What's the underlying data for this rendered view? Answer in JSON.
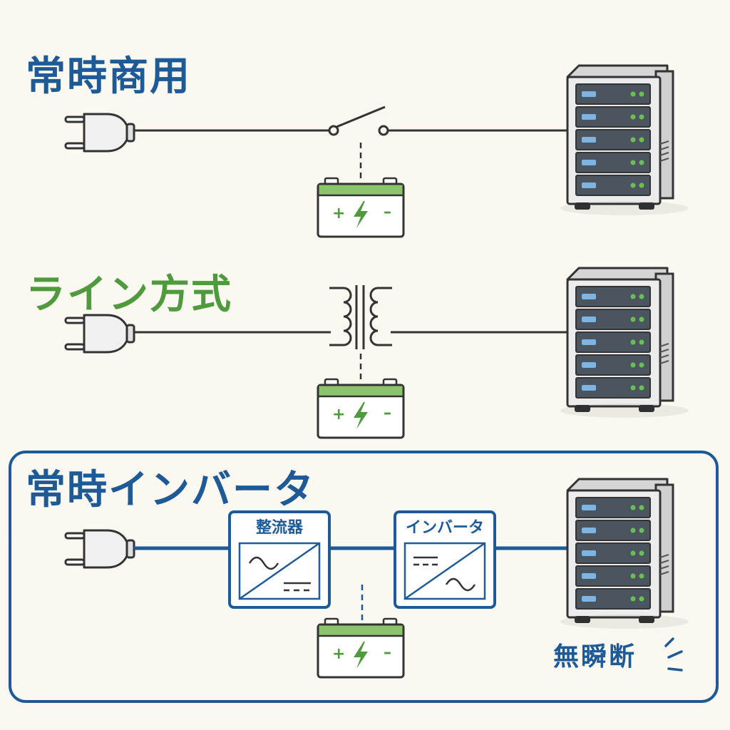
{
  "sections": [
    {
      "title": "常時商用",
      "title_color": "#1d5a96",
      "highlighted": false
    },
    {
      "title": "ライン方式",
      "title_color": "#4e9a3c",
      "highlighted": false
    },
    {
      "title": "常時インバータ",
      "title_color": "#1d5a96",
      "highlighted": true
    }
  ],
  "converter_boxes": {
    "rectifier": {
      "label": "整流器",
      "in_symbol": "ac-wave-icon",
      "out_symbol": "dc-lines-icon"
    },
    "inverter": {
      "label": "インバータ",
      "in_symbol": "dc-lines-icon",
      "out_symbol": "ac-wave-icon"
    }
  },
  "uninterrupted_label": "無瞬断",
  "colors": {
    "line_dark": "#333333",
    "line_blue": "#1d5a96",
    "battery_green": "#4e9a3c",
    "server_body": "#e8e8e8",
    "server_slot": "#4a5560",
    "led_green": "#6bc14f",
    "highlight_border": "#1d5a96"
  },
  "icons": [
    "plug-icon",
    "switch-icon",
    "transformer-icon",
    "battery-icon",
    "server-icon",
    "lightning-icon"
  ]
}
